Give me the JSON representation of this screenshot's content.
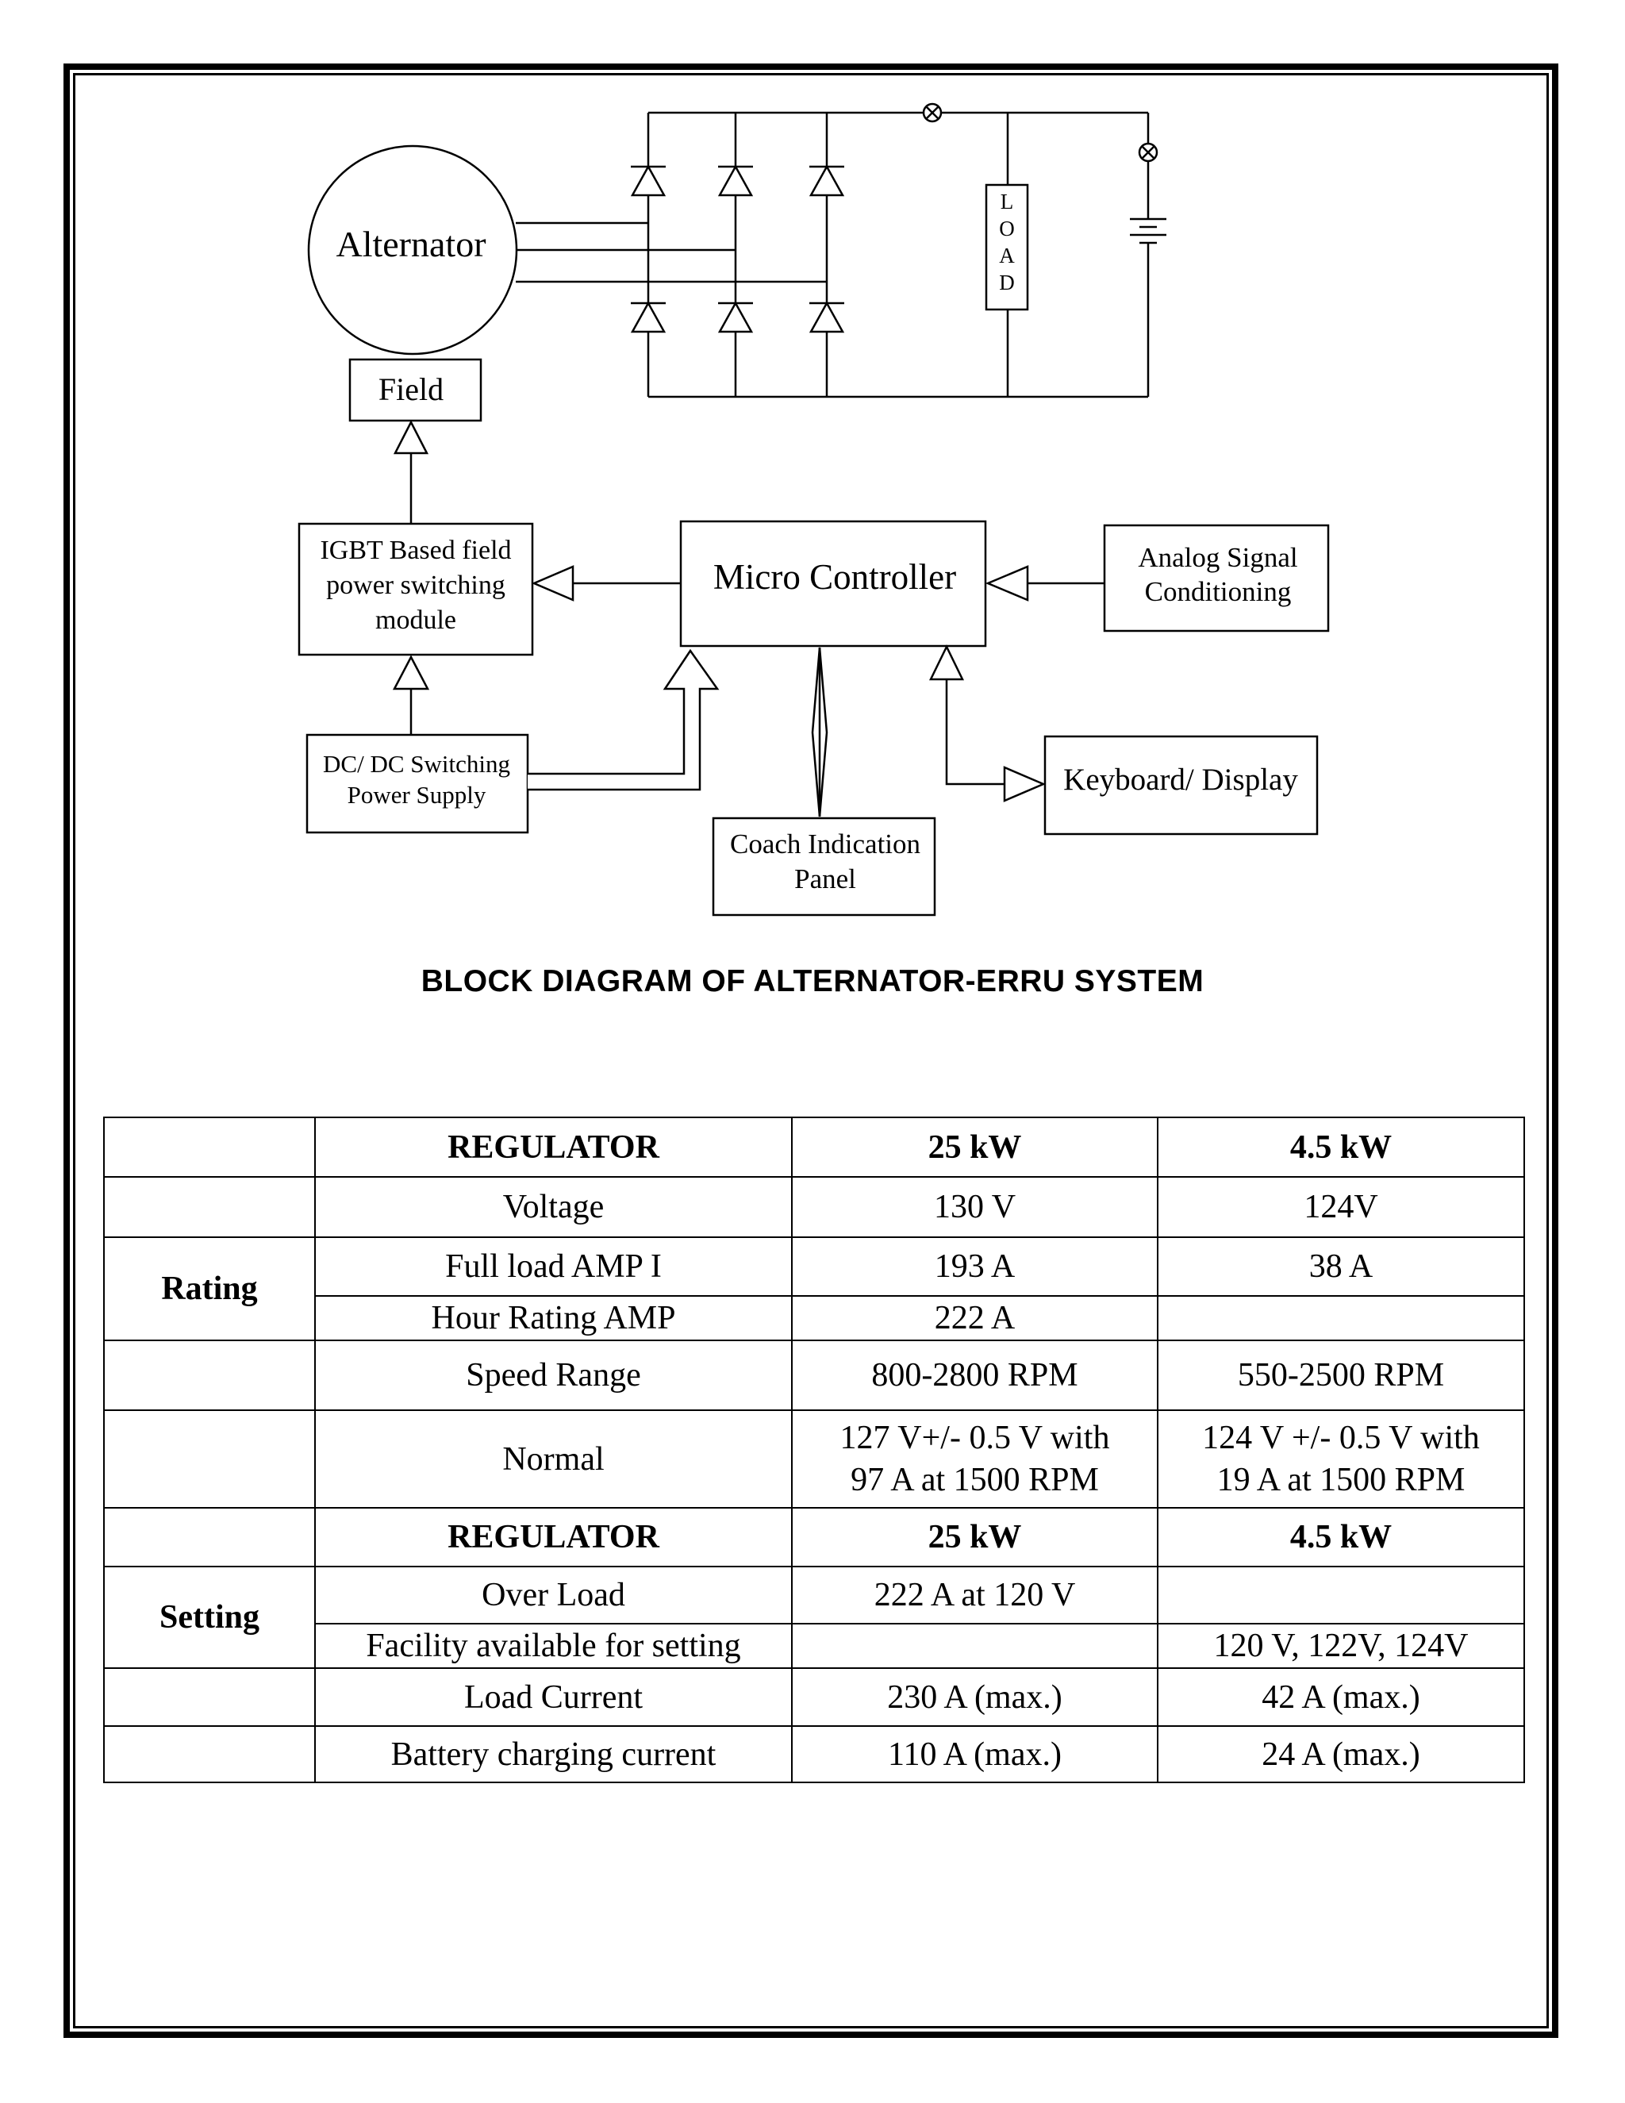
{
  "diagram": {
    "alternator": "Alternator",
    "field": "Field",
    "load": [
      "L",
      "O",
      "A",
      "D"
    ],
    "igbt": [
      "IGBT Based field",
      "power switching",
      "module"
    ],
    "micro_controller": "Micro Controller",
    "analog": [
      "Analog Signal",
      "Conditioning"
    ],
    "dcdc": [
      "DC/ DC Switching",
      "Power Supply"
    ],
    "coach": [
      "Coach Indication",
      "Panel"
    ],
    "keyboard": "Keyboard/ Display"
  },
  "caption": "BLOCK DIAGRAM OF ALTERNATOR-ERRU SYSTEM",
  "table": {
    "header1": {
      "regulator": "REGULATOR",
      "c25": "25 kW",
      "c45": "4.5 kW"
    },
    "voltage": {
      "label": "Voltage",
      "c25": "130 V",
      "c45": "124V"
    },
    "rating_label": "Rating",
    "full_load": {
      "label": "Full load AMP I",
      "c25": "193 A",
      "c45": "38 A"
    },
    "hour_rating": {
      "label": "Hour Rating AMP",
      "c25": "222 A",
      "c45": ""
    },
    "speed": {
      "label": "Speed Range",
      "c25": "800-2800 RPM",
      "c45": "550-2500 RPM"
    },
    "normal": {
      "label": "Normal",
      "c25": "127 V+/- 0.5 V with\n97 A at 1500 RPM",
      "c45": "124 V +/- 0.5 V with\n19 A at 1500 RPM"
    },
    "header2": {
      "regulator": "REGULATOR",
      "c25": "25 kW",
      "c45": "4.5 kW"
    },
    "setting_label": "Setting",
    "over_load": {
      "label": "Over Load",
      "c25": "222 A at 120 V",
      "c45": ""
    },
    "facility": {
      "label": "Facility available for  setting",
      "c25": "",
      "c45": "120 V, 122V, 124V"
    },
    "load_current": {
      "label": "Load Current",
      "c25": "230 A (max.)",
      "c45": "42 A (max.)"
    },
    "battery": {
      "label": "Battery charging current",
      "c25": "110 A (max.)",
      "c45": "24 A (max.)"
    }
  }
}
